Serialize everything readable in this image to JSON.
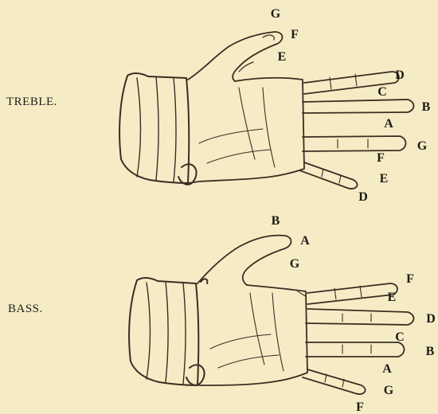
{
  "diagrams": {
    "treble": {
      "label": "TREBLE.",
      "notes": [
        "G",
        "F",
        "E",
        "D",
        "C",
        "B",
        "A",
        "G",
        "F",
        "E",
        "D"
      ]
    },
    "bass": {
      "label": "BASS.",
      "notes": [
        "B",
        "A",
        "G",
        "F",
        "E",
        "D",
        "C",
        "B",
        "A",
        "G",
        "F"
      ]
    }
  }
}
